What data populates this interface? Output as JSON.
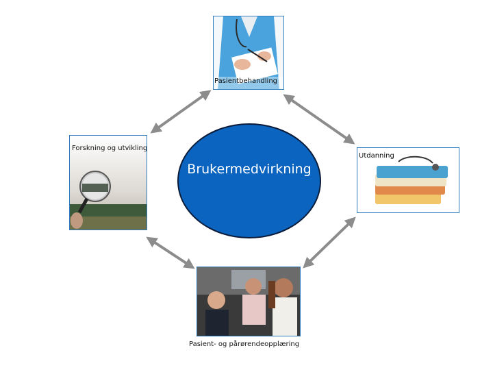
{
  "center": {
    "label": "Brukermedvirkning",
    "color": "#0a64c0"
  },
  "nodes": {
    "top": {
      "label": "Pasientbehandling"
    },
    "left": {
      "label": "Forskning og utvikling"
    },
    "right": {
      "label": "Utdanning"
    },
    "bottom": {
      "label": "Pasient- og pårørendeopplæring"
    }
  },
  "colors": {
    "arrow": "#8c8c8c",
    "frame": "#2e7cc0"
  }
}
